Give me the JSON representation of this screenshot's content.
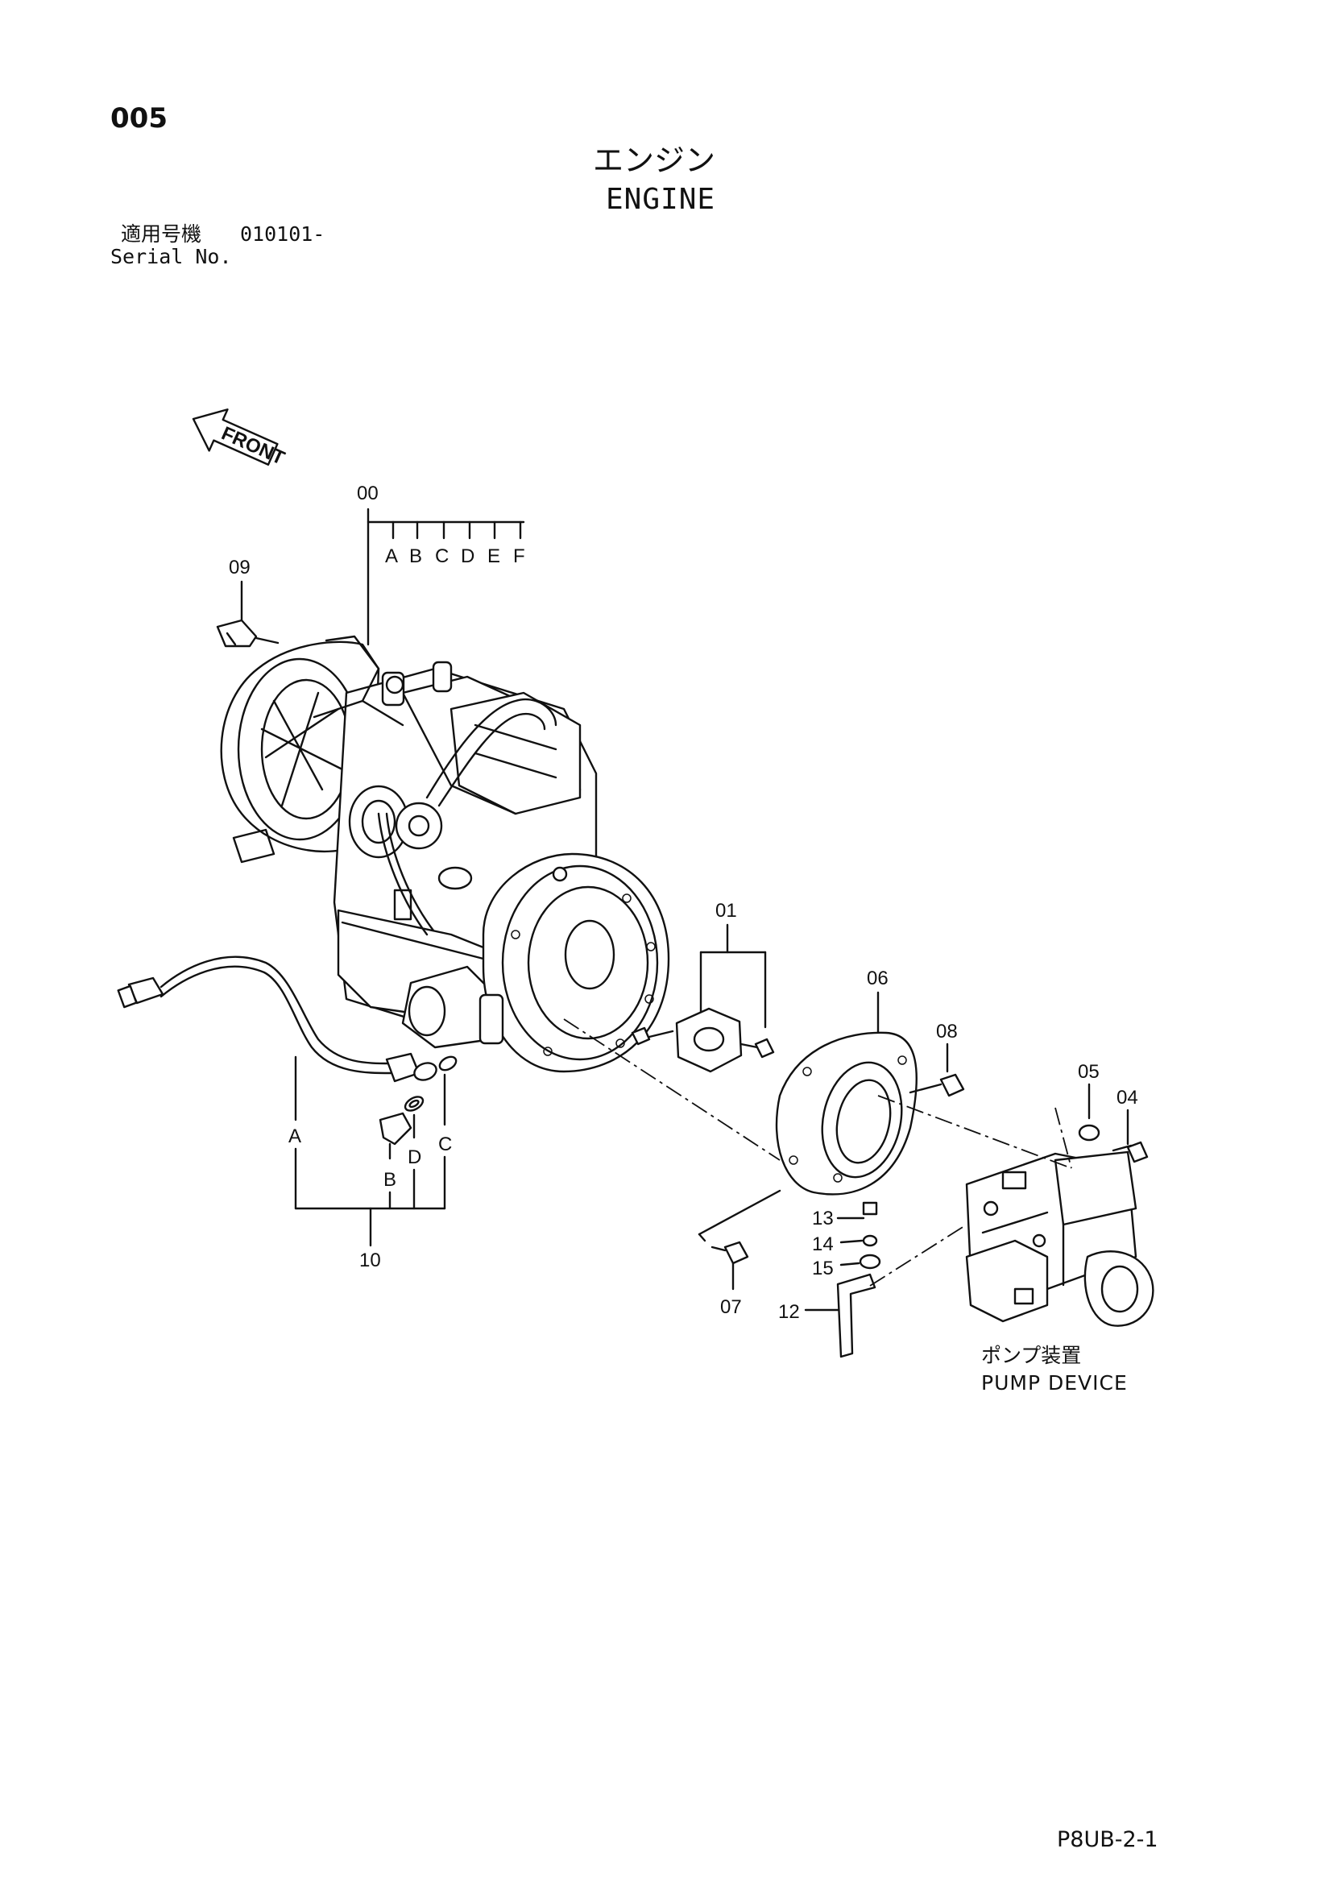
{
  "header": {
    "page_number": "005",
    "title_jp": "エンジン",
    "title_en": "ENGINE",
    "serial_label_jp": "適用号機",
    "serial_range": "010101-",
    "serial_label_en": "Serial No."
  },
  "direction_marker": {
    "label": "FRONT",
    "icon": "front-arrow-icon"
  },
  "callouts": {
    "engine": "00",
    "engine_sub": [
      "A",
      "B",
      "C",
      "D",
      "E",
      "F"
    ],
    "sender": "09",
    "coupling": "01",
    "flywheel_housing": "06",
    "bolt_08": "08",
    "washer_05": "05",
    "bolt_04": "04",
    "bolt_07": "07",
    "bolt_13": "13",
    "washer_14": "14",
    "washer_15": "15",
    "bracket_12": "12",
    "hose_assembly": "10",
    "hose_sub": {
      "a": "A",
      "b": "B",
      "c": "C",
      "d": "D"
    }
  },
  "pump_label": {
    "jp": "ポンプ装置",
    "en": "PUMP DEVICE"
  },
  "footer": {
    "sheet_code": "P8UB-2-1"
  }
}
